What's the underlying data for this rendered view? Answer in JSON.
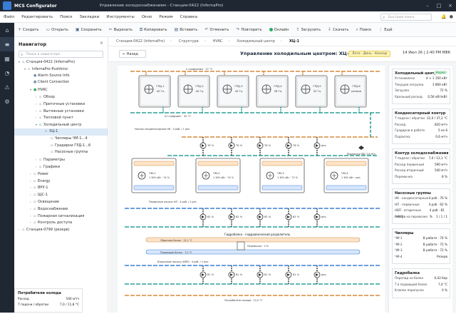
{
  "app": {
    "title": "MCS Configurator",
    "document": "Управление холодоснабжением - Станция-0422 (InfernaPro)"
  },
  "menu": [
    "Файл",
    "Редактировать",
    "Поиск",
    "Закладки",
    "Инструменты",
    "Окно",
    "Режим",
    "Справка"
  ],
  "search": {
    "placeholder": "Быстрый поиск"
  },
  "toolbar": {
    "create": "Создать",
    "open": "Открыть",
    "save": "Сохранить",
    "cut": "Вырезать",
    "copy": "Копировать",
    "paste": "Вставить",
    "undo": "Отменить",
    "redo": "Повторить",
    "online": "Онлайн",
    "upload": "Загрузить",
    "download": "Скачать",
    "find": "Поиск",
    "more": "Ещё"
  },
  "nav": {
    "title": "Навигатор",
    "search_placeholder": "Поиск в навигаторе",
    "items": [
      {
        "label": "Станция-0422 (InfernaPro)",
        "lvl": 0,
        "arrow": "▾"
      },
      {
        "label": "InfernaPro-Pushkino",
        "lvl": 1,
        "arrow": "▾"
      },
      {
        "label": "Alarm Source Info",
        "lvl": 2,
        "arrow": "",
        "ic": "●"
      },
      {
        "label": "Client Connection",
        "lvl": 2,
        "arrow": "",
        "ic": "●"
      },
      {
        "label": "HVAC",
        "lvl": 2,
        "arrow": "▾",
        "ic": "●",
        "grn": true
      },
      {
        "label": "Обзор",
        "lvl": 3,
        "arrow": "›"
      },
      {
        "label": "Приточные установки",
        "lvl": 3,
        "arrow": "›"
      },
      {
        "label": "Вытяжные установки",
        "lvl": 3,
        "arrow": "›"
      },
      {
        "label": "Тепловой пункт",
        "lvl": 3,
        "arrow": "›"
      },
      {
        "label": "Холодильный центр",
        "lvl": 3,
        "arrow": "▾",
        "grn": true
      },
      {
        "label": "ХЦ-1",
        "lvl": 4,
        "arrow": "",
        "sel": true
      },
      {
        "label": "Чиллеры ЧМ-1...4",
        "lvl": 5,
        "arrow": ""
      },
      {
        "label": "Градирни ГРД-1...6",
        "lvl": 5,
        "arrow": ""
      },
      {
        "label": "Насосные группы",
        "lvl": 5,
        "arrow": ""
      },
      {
        "label": "Параметры",
        "lvl": 3,
        "arrow": "›"
      },
      {
        "label": "Графики",
        "lvl": 3,
        "arrow": "›"
      },
      {
        "label": "Power",
        "lvl": 2,
        "arrow": "›"
      },
      {
        "label": "Energy",
        "lvl": 2,
        "arrow": "›"
      },
      {
        "label": "ВРУ-1",
        "lvl": 2,
        "arrow": "›"
      },
      {
        "label": "ЩС-1",
        "lvl": 2,
        "arrow": "›"
      },
      {
        "label": "Освещение",
        "lvl": 2,
        "arrow": "›"
      },
      {
        "label": "Водоснабжение",
        "lvl": 2,
        "arrow": "›"
      },
      {
        "label": "Пожарная сигнализация",
        "lvl": 2,
        "arrow": "›"
      },
      {
        "label": "Контроль доступа",
        "lvl": 2,
        "arrow": "›"
      },
      {
        "label": "Станция-0799 (резерв)",
        "lvl": 0,
        "arrow": "›"
      }
    ]
  },
  "crumbs": [
    "Станция-0422 (InfernaPro)",
    "Структура",
    "HVAC",
    "Холодильный центр",
    "ХЦ-1"
  ],
  "header": {
    "back": "Назад",
    "title": "Управление холодильным центром: ХЦ-1",
    "season": "Лето · День · Каскад",
    "clock": "14 Июл 26 | 2:40 PM МЗК"
  },
  "diagram": {
    "towers": [
      {
        "name": "ГРД-1",
        "val": "40 Гц"
      },
      {
        "name": "ГРД-2",
        "val": "40 Гц"
      },
      {
        "name": "ГРД-3",
        "val": "40 Гц"
      },
      {
        "name": "ГРД-4",
        "val": "38 Гц"
      },
      {
        "name": "ГРД-5",
        "val": "32 Гц"
      },
      {
        "name": "ГРД-6",
        "val": "резерв"
      }
    ],
    "supply_label": "к градирням · 37 °C",
    "return_label": "от градирен · 32 °C",
    "cond_pumps_label": "Насосы конденсаторные НК · 4 раб. / 1 рез.",
    "bypass_label": "Перемычка КВС 0,6 м³/ч",
    "pump_vals": [
      "76 %",
      "76 %",
      "76 %",
      "76 %",
      "рез."
    ],
    "chillers": [
      {
        "name": "ЧМ-1",
        "val": "1 300 кВт · 74 %"
      },
      {
        "name": "ЧМ-2",
        "val": "1 300 кВт · 74 %"
      },
      {
        "name": "ЧМ-3",
        "val": "1 300 кВт · 72 %"
      },
      {
        "name": "ЧМ-4",
        "val": "1 300 кВт · рез."
      }
    ],
    "evap_pumps_label": "Первичные насосы НП · 4 раб. / 1 рез.",
    "evap_vals": [
      "62 %",
      "62 %",
      "62 %",
      "62 %",
      "рез."
    ],
    "header_title": "Гидробалка - гидравлический разделитель",
    "header_supply": "Обратная балка · 12,1 °C",
    "header_return": "Подающая балка · 7,0 °C",
    "header_bypass": "Перемычка · 0 %",
    "sec_pumps_label": "Вторичные насосы (НВП) · 4 раб. / 1 рез.",
    "sec_vals": [
      "81 %",
      "81 %",
      "81 %",
      "81 %",
      "рез."
    ],
    "cons_label": "Потребители холода · 12,0 °C"
  },
  "consumers": {
    "title": "Потребители холода",
    "r1": "Расход",
    "v1": "540 м³/ч",
    "r2": "Т подачи / обратки",
    "v2": "7,0 / 11,8 °C"
  },
  "panel": {
    "cold": {
      "title": "Холодильный центр",
      "badge": "Норма",
      "rows": [
        [
          "Установлено",
          "4 × 1 350 кВт"
        ],
        [
          "Текущая нагрузка",
          "3 860 кВт"
        ],
        [
          "Загрузка",
          "72 %"
        ],
        [
          "Удельный расход",
          "0,56 кВт/кВт"
        ]
      ]
    },
    "cond": {
      "title": "Конденсаторный контур",
      "rows": [
        [
          "Т подачи / обратки",
          "32,0 / 37,2 °C"
        ],
        [
          "Расход",
          "820 м³/ч"
        ],
        [
          "Градирни в работе",
          "5 из 6"
        ],
        [
          "Подпитка",
          "0,6 м³/ч"
        ]
      ]
    },
    "cool": {
      "title": "Контур холодоснабжения",
      "rows": [
        [
          "Т подачи / обратки",
          "7,0 / 12,1 °C"
        ],
        [
          "Расход первичный",
          "590 м³/ч"
        ],
        [
          "Расход вторичный",
          "540 м³/ч"
        ],
        [
          "Перемычка",
          "8 %"
        ]
      ]
    },
    "pumps": {
      "title": "Насосные группы",
      "rows": [
        [
          "НК · конденсаторные",
          "4 раб · 76 %"
        ],
        [
          "НП · первичные",
          "4 раб · 62 %"
        ],
        [
          "НВП · вторичные (НВП)",
          "4 раб · 81 %"
        ],
        [
          "Резерв на перевозке",
          "1 / 1 / 1"
        ]
      ]
    },
    "chill": {
      "title": "Чиллеры",
      "rows": [
        [
          "ЧМ-1",
          "В работе · 74 %"
        ],
        [
          "ЧМ-2",
          "В работе · 72 %"
        ],
        [
          "ЧМ-3",
          "В работе · 72 %"
        ],
        [
          "ЧМ-4",
          "Резерв"
        ]
      ]
    },
    "hydro": {
      "title": "Гидробалка",
      "rows": [
        [
          "Перепад на балке",
          "0,42 бар"
        ],
        [
          "Т в подающей балке",
          "7,0 °C"
        ],
        [
          "Клапан перепуска",
          "0 %"
        ]
      ]
    }
  },
  "colors": {
    "warm": "#d6893a",
    "cold": "#3a7fd6",
    "cond": "#2aa198",
    "ok": "#27ae60"
  }
}
